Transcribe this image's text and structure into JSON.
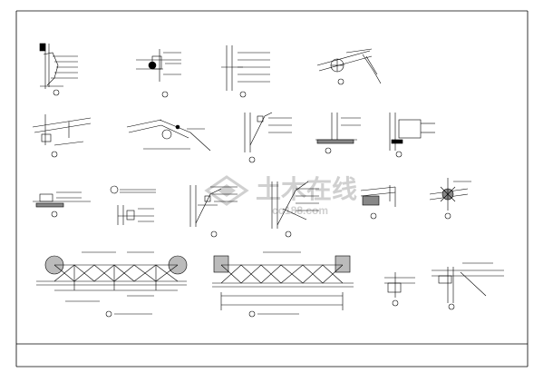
{
  "sheet": {
    "type": "CAD drawing sheet",
    "line_color": "#000000",
    "annotation_color": "#000000",
    "background": "#ffffff"
  },
  "watermark": {
    "text": "土木在线",
    "subtext": "co188.com",
    "color": "#c8c8c8"
  },
  "details": [
    {
      "id": "r1-1",
      "icon": "facade-node-detail"
    },
    {
      "id": "r1-2",
      "icon": "bracket-connection-detail"
    },
    {
      "id": "r1-3",
      "icon": "mullion-section-detail"
    },
    {
      "id": "r1-4",
      "icon": "round-column-joint-detail"
    },
    {
      "id": "r2-1",
      "icon": "sill-detail"
    },
    {
      "id": "r2-2",
      "icon": "inclined-glazing-detail"
    },
    {
      "id": "r2-3",
      "icon": "frame-anchor-detail"
    },
    {
      "id": "r2-4",
      "icon": "base-plate-detail"
    },
    {
      "id": "r2-5",
      "icon": "corner-mullion-detail"
    },
    {
      "id": "r3-1",
      "icon": "parapet-detail"
    },
    {
      "id": "r3-2",
      "icon": "embedded-plate-detail"
    },
    {
      "id": "r3-3",
      "icon": "truss-section-detail"
    },
    {
      "id": "r3-4",
      "icon": "cable-connection-detail"
    },
    {
      "id": "r3-5",
      "icon": "canopy-edge-detail"
    },
    {
      "id": "r3-6",
      "icon": "spider-joint-detail"
    },
    {
      "id": "r4-1",
      "icon": "truss-elevation-left"
    },
    {
      "id": "r4-2",
      "icon": "truss-elevation-right"
    },
    {
      "id": "r4-3",
      "icon": "bottom-joint-detail"
    },
    {
      "id": "r4-4",
      "icon": "bottom-connection-detail"
    }
  ]
}
